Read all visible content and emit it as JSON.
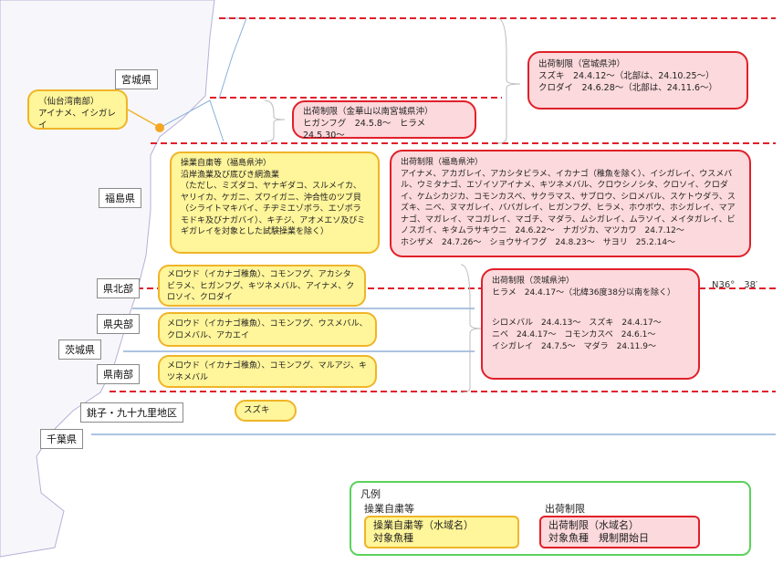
{
  "prefectures": {
    "miyagi": "宮城県",
    "fukushima": "福島県",
    "ibaraki": "茨城県",
    "chiba": "千葉県"
  },
  "ibaraki_areas": {
    "north": "県北部",
    "central": "県央部",
    "south": "県南部"
  },
  "choshi_area": "銚子・九十九里地区",
  "sendai_box": {
    "title": "（仙台湾南部）",
    "species": "アイナメ、イシガレイ"
  },
  "miyagi_restriction": {
    "title": "出荷制限（宮城県沖）",
    "lines": [
      "スズキ　24.4.12～（北部は、24.10.25～）",
      "クロダイ　24.6.28～（北部は、24.11.6～）"
    ]
  },
  "kinkasan_restriction": {
    "title": "出荷制限（金華山以南宮城県沖）",
    "lines": [
      "ヒガンフグ　24.5.8～　ヒラメ　24.5.30～"
    ]
  },
  "fukushima_voluntary": {
    "title": "操業自粛等（福島県沖）",
    "body": "沿岸漁業及び底びき網漁業\n（ただし、ミズダコ、ヤナギダコ、スルメイカ、ヤリイカ、ケガニ、ズワイガニ、沖合性のツブ貝（シライトマキバイ、チヂミエゾボラ、エゾボラモドキ及びナガバイ）、キチジ、アオメエソ及びミギガレイを対象とした試験操業を除く）"
  },
  "fukushima_restriction": {
    "title": "出荷制限（福島県沖）",
    "body": "アイナメ、アカガレイ、アカシタビラメ、イカナゴ（稚魚を除く）、イシガレイ、ウスメバル、ウミタナゴ、エゾイソアイナメ、キツネメバル、クロウシノシタ、クロソイ、クロダイ、ケムシカジカ、コモンカスベ、サクラマス、サブロウ、シロメバル、スケトウダラ、スズキ、ニベ、ヌマガレイ、ババガレイ、ヒガンフグ、ヒラメ、ホウボウ、ホシガレイ、マアナゴ、マガレイ、マコガレイ、マゴチ、マダラ、ムシガレイ、ムラソイ、メイタガレイ、ビノスガイ、キタムラサキウニ　24.6.22～　ナガヅカ、マツカワ　24.7.12～\nホシザメ　24.7.26～　ショウサイフグ　24.8.23～　サヨリ　25.2.14～"
  },
  "ibaraki_north_box": "メロウド（イカナゴ稚魚）、コモンフグ、アカシタビラメ、ヒガンフグ、キツネメバル、アイナメ、クロソイ、クロダイ",
  "ibaraki_central_box": "メロウド（イカナゴ稚魚）、コモンフグ、ウスメバル、クロメバル、アカエイ",
  "ibaraki_south_box": "メロウド（イカナゴ稚魚）、コモンフグ、マルアジ、キツネメバル",
  "choshi_box": "スズキ",
  "ibaraki_restriction": {
    "title": "出荷制限（茨城県沖）",
    "line1": "ヒラメ　24.4.17～（北緯36度38分以南を除く）",
    "lines": [
      "シロメバル　24.4.13～　スズキ　24.4.17～",
      "ニベ　24.4.17～　コモンカスベ　24.6.1～",
      "イシガレイ　24.7.5～　マダラ　24.11.9～"
    ]
  },
  "latitude_label": "N36°　38′",
  "legend": {
    "title": "凡例",
    "voluntary_heading": "操業自粛等",
    "restriction_heading": "出荷制限",
    "voluntary_sample": [
      "操業自粛等（水域名）",
      "対象魚種"
    ],
    "restriction_sample": [
      "出荷制限（水域名）",
      "対象魚種　規制開始日"
    ]
  },
  "colors": {
    "yellow_fill": "#fff59a",
    "yellow_border": "#f0b428",
    "red_fill": "#fcd9dc",
    "red_border": "#e0202a",
    "dashed": "#e0202a",
    "blue_line": "#7aa0d0",
    "legend_border": "#5bd25b"
  }
}
